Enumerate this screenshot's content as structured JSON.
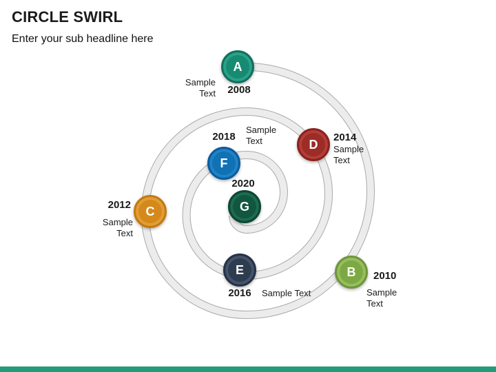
{
  "slide": {
    "title": "CIRCLE SWIRL",
    "subtitle": "Enter your sub headline here",
    "accent_bar_color": "#219b7a",
    "background_color": "#ffffff"
  },
  "spiral": {
    "band_fill_color": "#ececec",
    "band_outline_color": "#a9a9a9"
  },
  "nodes": [
    {
      "letter": "A",
      "year": "2008",
      "label": "Sample Text",
      "color_main": "#178a72",
      "color_dark": "#12705d",
      "color_light": "#2aa189"
    },
    {
      "letter": "B",
      "year": "2010",
      "label": "Sample Text",
      "color_main": "#7ca943",
      "color_dark": "#6d963a",
      "color_light": "#97bd60"
    },
    {
      "letter": "C",
      "year": "2012",
      "label": "Sample Text",
      "color_main": "#d5891a",
      "color_dark": "#c37a10",
      "color_light": "#e19d36"
    },
    {
      "letter": "D",
      "year": "2014",
      "label": "Sample Text",
      "color_main": "#9d2b26",
      "color_dark": "#8c211d",
      "color_light": "#b13f38"
    },
    {
      "letter": "E",
      "year": "2016",
      "label": "Sample Text",
      "color_main": "#2e3c50",
      "color_dark": "#253246",
      "color_light": "#44536a"
    },
    {
      "letter": "F",
      "year": "2018",
      "label": "Sample Text",
      "color_main": "#1171b5",
      "color_dark": "#0b5c9e",
      "color_light": "#1f83c6"
    },
    {
      "letter": "G",
      "year": "2020",
      "color_main": "#11573f",
      "color_dark": "#0c4634",
      "color_light": "#1d6b52"
    }
  ]
}
